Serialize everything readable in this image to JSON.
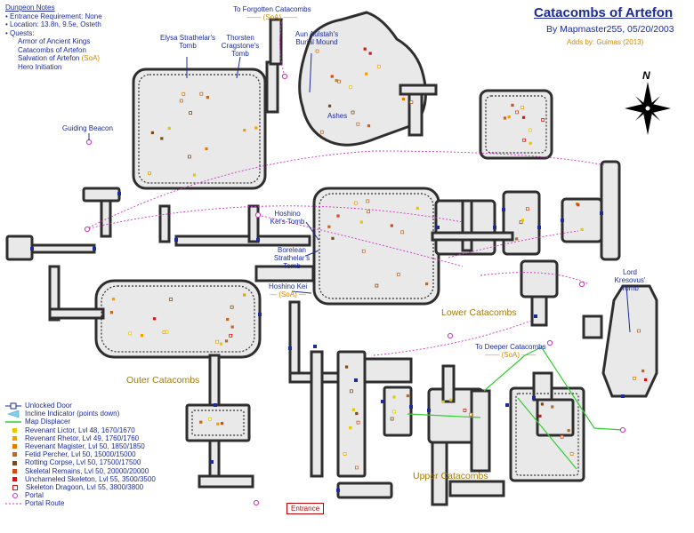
{
  "map": {
    "title": "Catacombs of Artefon",
    "subtitle": "By Mapmaster255, 05/20/2003",
    "adds_by": "Adds by: Guimas (2013)",
    "colors": {
      "wall": "#2e2e2e",
      "floor": "#e9e9e9",
      "text": "#1c2b9c",
      "orange": "#d28a00",
      "portal_route": "#d033c7",
      "displacer": "#33cc33",
      "incline": "#7fd0e8"
    },
    "icons": [
      "compass-rose-icon"
    ],
    "compass": {
      "north_label": "N"
    }
  },
  "notes": {
    "heading": "Dungeon Notes",
    "items": [
      "Entrance Requirement: None",
      "Location: 13.8n, 9.5e, Osteth",
      "Quests:"
    ],
    "quests": [
      {
        "name": "Armor of Ancient Kings",
        "tag": ""
      },
      {
        "name": "Catacombs of Artefon",
        "tag": ""
      },
      {
        "name": "Salvation of Artefon",
        "tag": "(SoA)"
      },
      {
        "name": "Hero Initiation",
        "tag": ""
      }
    ]
  },
  "labels": {
    "to_forgotten": "To Forgotten Catacombs",
    "to_forgotten_tag": "(SoA)",
    "elysa": "Elysa Strathelar's Tomb",
    "thorsten": "Thorsten Cragstone's Tomb",
    "aun": "Aun Aulstah's Burial Mound",
    "ashes": "Ashes",
    "guiding": "Guiding Beacon",
    "hoshino_tomb": "Hoshino Kei's Tomb",
    "borelean": "Borelean Strathelar's Tomb",
    "hoshino_kei": "Hoshino Kei",
    "hoshino_tag": "(SoA)",
    "lord": "Lord Kresovus' Tomb",
    "to_deeper": "To Deeper Catacombs",
    "to_deeper_tag": "(SoA)",
    "lower": "Lower Catacombs",
    "outer": "Outer Catacombs",
    "upper": "Upper Catacombs",
    "entrance": "Entrance"
  },
  "legend": [
    {
      "label": "Unlocked Door",
      "symbol": "door",
      "color": "#1c2b9c"
    },
    {
      "label": "Incline Indicator (points down)",
      "symbol": "incline",
      "color": "#7fd0e8"
    },
    {
      "label": "Map Displacer",
      "symbol": "line",
      "color": "#33cc33"
    },
    {
      "label": "Revenant Lictor, Lvl 48, 1670/1670",
      "symbol": "sq",
      "color": "#e8c600"
    },
    {
      "label": "Revenant Rhetor, Lvl 49, 1760/1760",
      "symbol": "sq",
      "color": "#f0a000"
    },
    {
      "label": "Revenant Magister, Lvl 50, 1850/1850",
      "symbol": "sq",
      "color": "#e07a00"
    },
    {
      "label": "Fetid Percher, Lvl 50, 15000/15000",
      "symbol": "sq",
      "color": "#b86a2a"
    },
    {
      "label": "Rotting Corpse, Lvl 50, 17500/17500",
      "symbol": "sq",
      "color": "#7a4a1a"
    },
    {
      "label": "Skeletal Remains, Lvl 50, 20000/20000",
      "symbol": "sq",
      "color": "#d24a1a"
    },
    {
      "label": "Uncharneled Skeleton, Lvl 55, 3500/3500",
      "symbol": "sq",
      "color": "#e01010"
    },
    {
      "label": "Skeleton Dragoon, Lvl 55, 3800/3800",
      "symbol": "sqo",
      "color": "#e01010"
    },
    {
      "label": "Portal",
      "symbol": "portal",
      "color": "#d033c7"
    },
    {
      "label": "Portal Route",
      "symbol": "route",
      "color": "#d033c7"
    }
  ]
}
